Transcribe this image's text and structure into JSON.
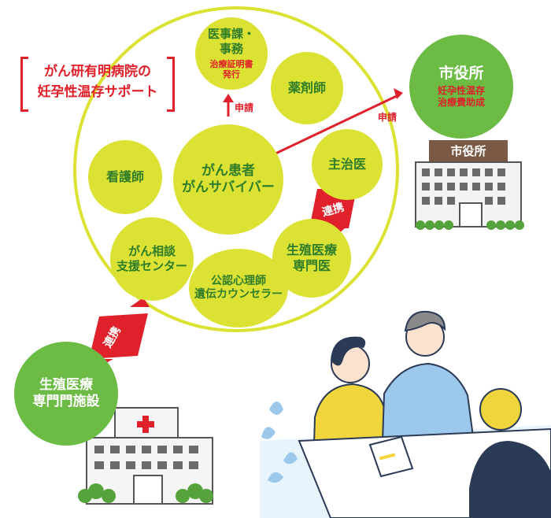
{
  "title": {
    "line1": "がん研有明病院の",
    "line2": "妊孕性温存サポート"
  },
  "center": {
    "line1": "がん患者",
    "line2": "がんサバイバー"
  },
  "nodes": {
    "medical_office": {
      "line1": "医事課・",
      "line2": "事務",
      "sub1": "治療証明書",
      "sub2": "発行"
    },
    "pharmacist": {
      "label": "薬剤師"
    },
    "attending": {
      "label": "主治医"
    },
    "repro_doctor": {
      "line1": "生殖医療",
      "line2": "専門医"
    },
    "psychologist": {
      "line1": "公認心理師",
      "line2": "遺伝カウンセラー"
    },
    "consult_center": {
      "line1": "がん相談",
      "line2": "支援センター"
    },
    "nurse": {
      "label": "看護師"
    }
  },
  "city_office": {
    "title": "市役所",
    "sub1": "妊孕性温存",
    "sub2": "治療費助成",
    "building_sign": "市役所"
  },
  "repro_facility": {
    "line1": "生殖医療",
    "line2": "専門門施設"
  },
  "labels": {
    "apply1": "申請",
    "apply2": "申請",
    "link1": "連携",
    "link2": "連携"
  },
  "colors": {
    "yellow": "#dbe234",
    "green": "#6cbb45",
    "red": "#e0202a",
    "dark_green": "#2f7d2a"
  }
}
